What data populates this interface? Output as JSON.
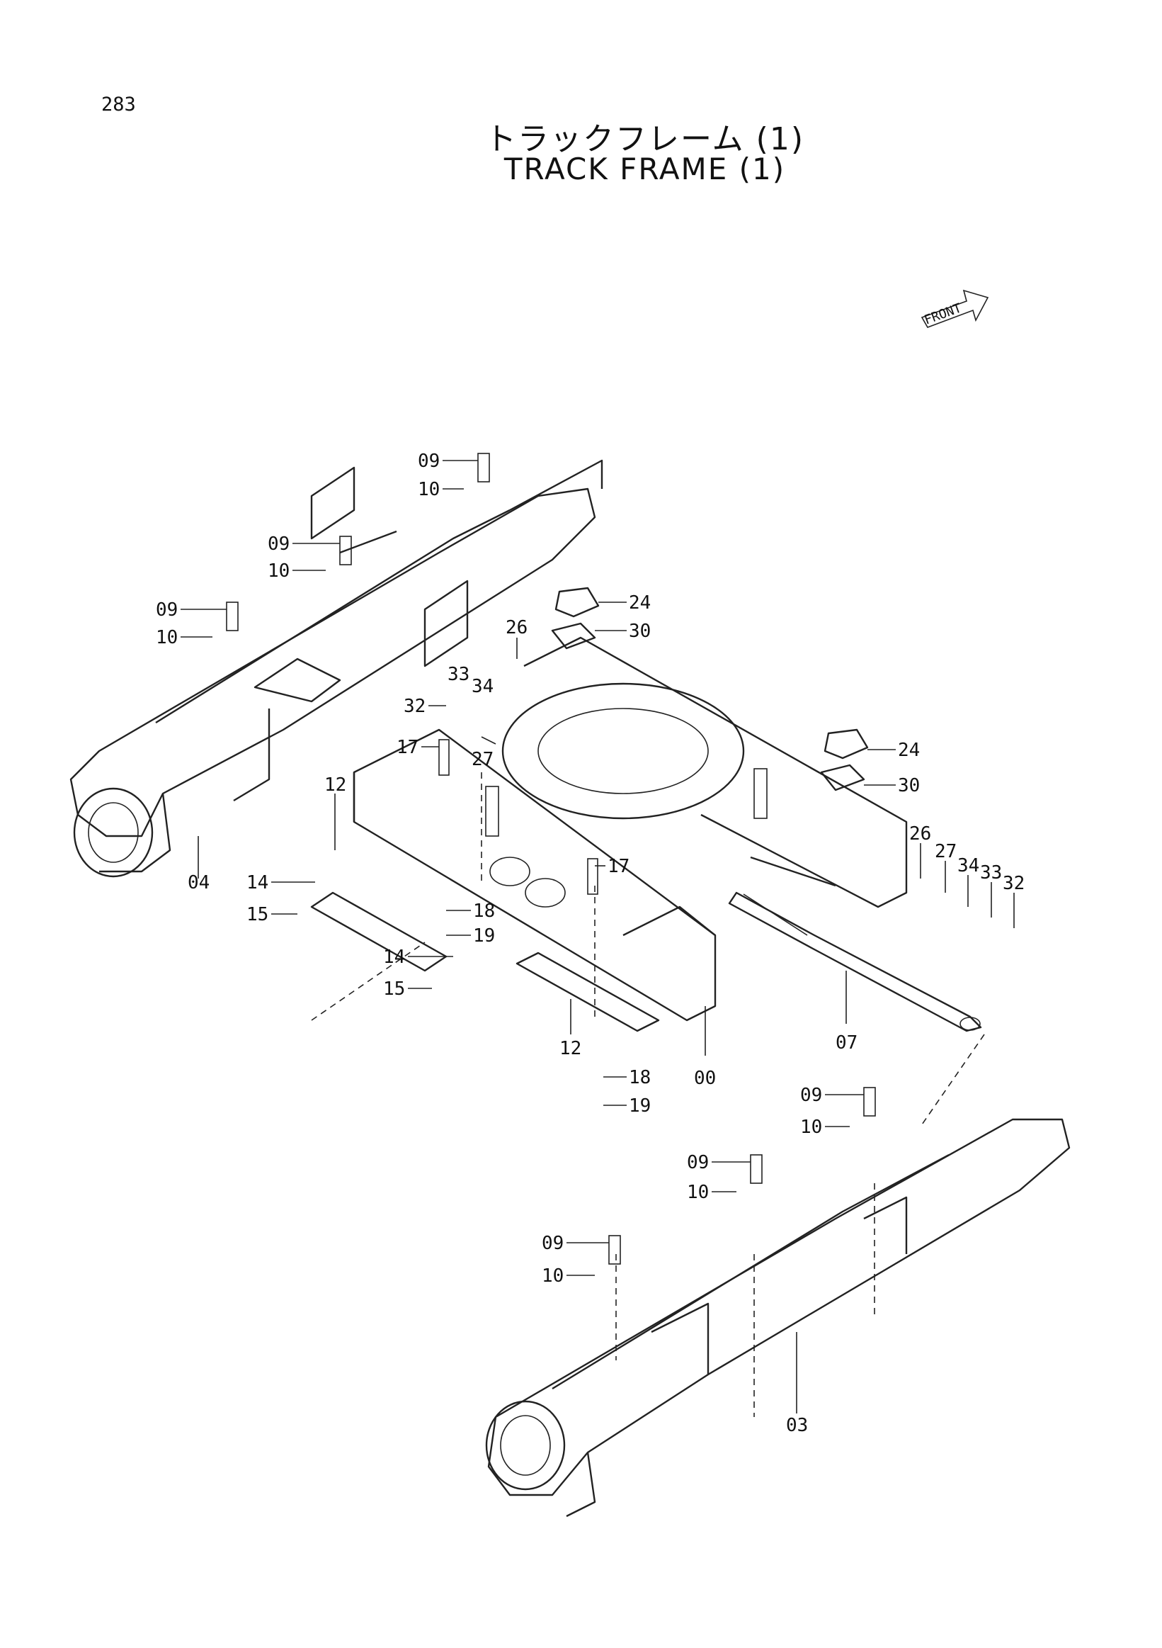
{
  "page_number": "283",
  "title_jp": "トラックフレーム (1)",
  "title_en": "TRACK FRAME (1)",
  "front_label": "FRONT",
  "callouts": [
    {
      "id": "c1",
      "text": "09"
    },
    {
      "id": "c2",
      "text": "10"
    },
    {
      "id": "c3",
      "text": "09"
    },
    {
      "id": "c4",
      "text": "10"
    },
    {
      "id": "c5",
      "text": "09"
    },
    {
      "id": "c6",
      "text": "10"
    },
    {
      "id": "c7",
      "text": "24"
    },
    {
      "id": "c8",
      "text": "30"
    },
    {
      "id": "c9",
      "text": "26"
    },
    {
      "id": "c10",
      "text": "33"
    },
    {
      "id": "c11",
      "text": "34"
    },
    {
      "id": "c12",
      "text": "32"
    },
    {
      "id": "c13",
      "text": "27"
    },
    {
      "id": "c14",
      "text": "17"
    },
    {
      "id": "c15",
      "text": "12"
    },
    {
      "id": "c16",
      "text": "04"
    },
    {
      "id": "c17",
      "text": "14"
    },
    {
      "id": "c18",
      "text": "15"
    },
    {
      "id": "c19",
      "text": "18"
    },
    {
      "id": "c20",
      "text": "19"
    },
    {
      "id": "c21",
      "text": "17"
    },
    {
      "id": "c22",
      "text": "24"
    },
    {
      "id": "c23",
      "text": "30"
    },
    {
      "id": "c24",
      "text": "26"
    },
    {
      "id": "c25",
      "text": "27"
    },
    {
      "id": "c26",
      "text": "34"
    },
    {
      "id": "c27",
      "text": "33"
    },
    {
      "id": "c28",
      "text": "32"
    },
    {
      "id": "c29",
      "text": "14"
    },
    {
      "id": "c30",
      "text": "15"
    },
    {
      "id": "c31",
      "text": "12"
    },
    {
      "id": "c32",
      "text": "07"
    },
    {
      "id": "c33",
      "text": "00"
    },
    {
      "id": "c34",
      "text": "18"
    },
    {
      "id": "c35",
      "text": "19"
    },
    {
      "id": "c36",
      "text": "09"
    },
    {
      "id": "c37",
      "text": "10"
    },
    {
      "id": "c38",
      "text": "09"
    },
    {
      "id": "c39",
      "text": "10"
    },
    {
      "id": "c40",
      "text": "09"
    },
    {
      "id": "c41",
      "text": "10"
    },
    {
      "id": "c42",
      "text": "03"
    }
  ]
}
